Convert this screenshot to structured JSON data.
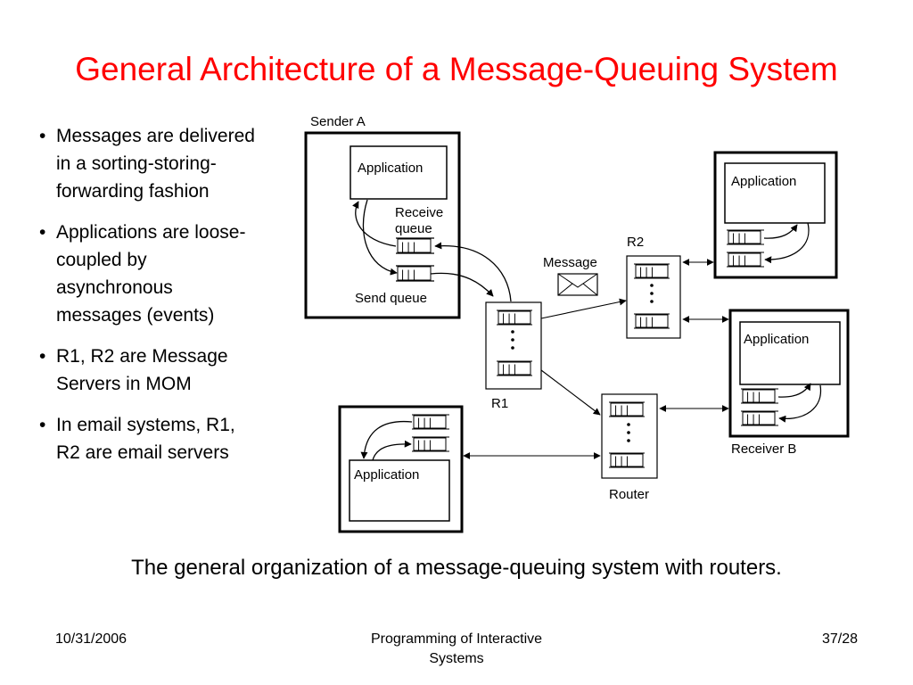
{
  "slide": {
    "title": "General Architecture of a Message-Queuing System",
    "bullets": [
      "Messages are delivered in a sorting-storing-forwarding fashion",
      "Applications are loose-coupled by asynchronous messages (events)",
      "R1, R2 are Message Servers in MOM",
      "In email systems, R1, R2 are email servers"
    ],
    "caption": "The general organization of a message-queuing system with routers."
  },
  "diagram": {
    "sender_a_label": "Sender A",
    "application_label": "Application",
    "receive_queue_label_line1": "Receive",
    "receive_queue_label_line2": "queue",
    "send_queue_label": "Send queue",
    "message_label": "Message",
    "r1_label": "R1",
    "r2_label": "R2",
    "router_label": "Router",
    "receiver_b_label": "Receiver B",
    "queue_slot_glyph": "| | |"
  },
  "footer": {
    "date": "10/31/2006",
    "course_line1": "Programming of Interactive",
    "course_line2": "Systems",
    "page": "37/28"
  }
}
